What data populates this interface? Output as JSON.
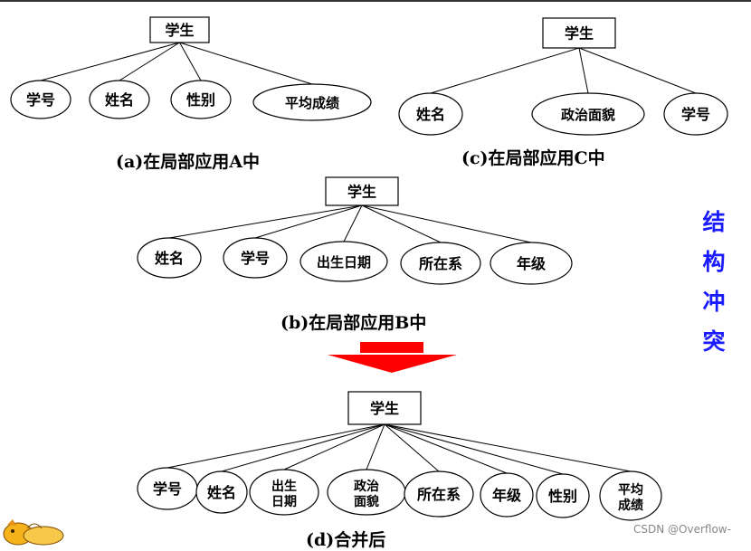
{
  "side_title": "结\n构\n冲\n突",
  "watermark": "CSDN @Overflow-",
  "diagrams": {
    "a": {
      "caption": "(a)在局部应用A中",
      "entity": "学生",
      "attributes": [
        "学号",
        "姓名",
        "性别",
        "平均成绩"
      ]
    },
    "c": {
      "caption": "(c)在局部应用C中",
      "entity": "学生",
      "attributes": [
        "姓名",
        "政治面貌",
        "学号"
      ]
    },
    "b": {
      "caption": "(b)在局部应用B中",
      "entity": "学生",
      "attributes": [
        "姓名",
        "学号",
        "出生日期",
        "所在系",
        "年级"
      ]
    },
    "d": {
      "caption": "(d)合并后",
      "entity": "学生",
      "attributes": [
        "学号",
        "姓名",
        "出生日期",
        "政治面貌",
        "所在系",
        "年级",
        "性别",
        "平均成绩"
      ]
    }
  },
  "colors": {
    "arrow": "#ff0000",
    "side_title": "#1a1aff",
    "stroke": "#000000"
  }
}
